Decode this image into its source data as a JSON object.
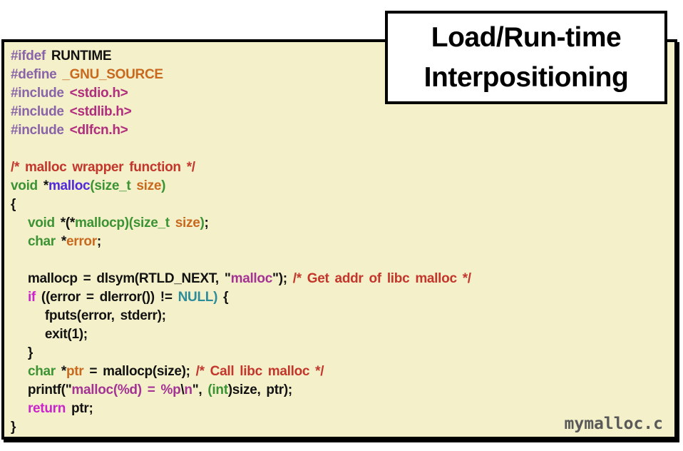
{
  "title_box": {
    "line1": "Load/Run-time",
    "line2": "Interpositioning"
  },
  "file_label": "mymalloc.c",
  "colors": {
    "background": "#FFFFFF",
    "code_bg": "#F4F0CA",
    "border": "#000000",
    "plain": "#121212",
    "pre": "#8A64A8",
    "orange": "#C8691E",
    "hdr": "#B12D7D",
    "str": "#A43394",
    "comment": "#C3362B",
    "green": "#3C9334",
    "func": "#5129DC",
    "kw": "#CB24CB",
    "null": "#2D8C9A",
    "file": "#595959"
  },
  "code": {
    "lines": [
      [
        {
          "t": "#ifdef",
          "c": "pre"
        },
        {
          "t": " RUNTIME",
          "c": "plain"
        }
      ],
      [
        {
          "t": "#define",
          "c": "pre"
        },
        {
          "t": " ",
          "c": "plain"
        },
        {
          "t": "_GNU_SOURCE",
          "c": "orange"
        }
      ],
      [
        {
          "t": "#include",
          "c": "pre"
        },
        {
          "t": " ",
          "c": "plain"
        },
        {
          "t": "<stdio.h>",
          "c": "hdr"
        }
      ],
      [
        {
          "t": "#include",
          "c": "pre"
        },
        {
          "t": " ",
          "c": "plain"
        },
        {
          "t": "<stdlib.h>",
          "c": "hdr"
        }
      ],
      [
        {
          "t": "#include",
          "c": "pre"
        },
        {
          "t": " ",
          "c": "plain"
        },
        {
          "t": "<dlfcn.h>",
          "c": "hdr"
        }
      ],
      [],
      [
        {
          "t": "/* malloc wrapper function */",
          "c": "comment"
        }
      ],
      [
        {
          "t": "void",
          "c": "green"
        },
        {
          "t": " *",
          "c": "plain"
        },
        {
          "t": "malloc",
          "c": "func"
        },
        {
          "t": "(",
          "c": "green"
        },
        {
          "t": "size_t",
          "c": "green"
        },
        {
          "t": " ",
          "c": "plain"
        },
        {
          "t": "size",
          "c": "orange"
        },
        {
          "t": ")",
          "c": "green"
        }
      ],
      [
        {
          "t": "{",
          "c": "plain"
        }
      ],
      [
        {
          "t": "   ",
          "c": "plain"
        },
        {
          "t": "void",
          "c": "green"
        },
        {
          "t": " *(*",
          "c": "plain"
        },
        {
          "t": "mallocp",
          "c": "green"
        },
        {
          "t": ")(",
          "c": "green"
        },
        {
          "t": "size_t",
          "c": "green"
        },
        {
          "t": " ",
          "c": "plain"
        },
        {
          "t": "size",
          "c": "orange"
        },
        {
          "t": ")",
          "c": "green"
        },
        {
          "t": ";",
          "c": "plain"
        }
      ],
      [
        {
          "t": "   ",
          "c": "plain"
        },
        {
          "t": "char",
          "c": "green"
        },
        {
          "t": " *",
          "c": "plain"
        },
        {
          "t": "error",
          "c": "orange"
        },
        {
          "t": ";",
          "c": "plain"
        }
      ],
      [],
      [
        {
          "t": "   mallocp = dlsym(RTLD_NEXT, \"",
          "c": "plain"
        },
        {
          "t": "malloc",
          "c": "str"
        },
        {
          "t": "\"); ",
          "c": "plain"
        },
        {
          "t": "/* Get addr of libc malloc */",
          "c": "comment"
        }
      ],
      [
        {
          "t": "   ",
          "c": "plain"
        },
        {
          "t": "if",
          "c": "kw"
        },
        {
          "t": " ((error = dlerror()) != ",
          "c": "plain"
        },
        {
          "t": "NULL)",
          "c": "null"
        },
        {
          "t": " {",
          "c": "plain"
        }
      ],
      [
        {
          "t": "      fputs(error, stderr);",
          "c": "plain"
        }
      ],
      [
        {
          "t": "      exit(1);",
          "c": "plain"
        }
      ],
      [
        {
          "t": "   }",
          "c": "plain"
        }
      ],
      [
        {
          "t": "   ",
          "c": "plain"
        },
        {
          "t": "char",
          "c": "green"
        },
        {
          "t": " *",
          "c": "plain"
        },
        {
          "t": "ptr",
          "c": "orange"
        },
        {
          "t": " = mallocp(size); ",
          "c": "plain"
        },
        {
          "t": "/* Call libc malloc */",
          "c": "comment"
        }
      ],
      [
        {
          "t": "   printf(\"",
          "c": "plain"
        },
        {
          "t": "malloc(%d) = %p",
          "c": "str"
        },
        {
          "t": "\\",
          "c": "plain"
        },
        {
          "t": "n",
          "c": "str"
        },
        {
          "t": "\", ",
          "c": "plain"
        },
        {
          "t": "(int",
          "c": "green"
        },
        {
          "t": ")size, ptr);",
          "c": "plain"
        }
      ],
      [
        {
          "t": "   ",
          "c": "plain"
        },
        {
          "t": "return",
          "c": "kw"
        },
        {
          "t": " ptr;",
          "c": "plain"
        }
      ],
      [
        {
          "t": "}",
          "c": "plain"
        }
      ]
    ]
  }
}
